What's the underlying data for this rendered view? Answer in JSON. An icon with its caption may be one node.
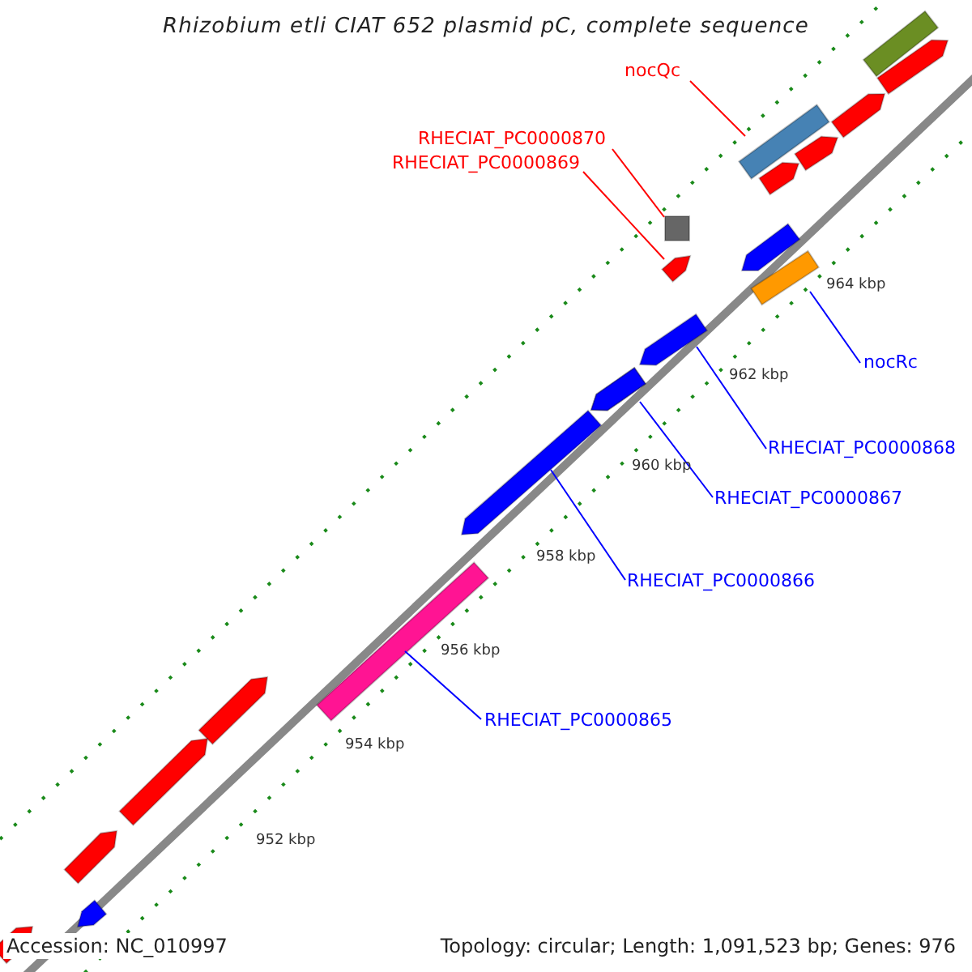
{
  "diagram": {
    "title": "Rhizobium etli CIAT 652 plasmid pC, complete sequence",
    "nodes": [
      {
        "text": [
          "nocQc"
        ]
      },
      {
        "text": [],
        "shape": "bar"
      },
      {
        "text": [
          "RHECIAT_PC0000870"
        ]
      },
      {
        "text": [],
        "shape": "box"
      },
      {
        "text": [
          "RHECIAT_PC0000869"
        ]
      },
      {
        "text": [],
        "shape": "bar"
      },
      {
        "text": [
          "nocRc"
        ]
      },
      {
        "text": [],
        "shape": "bar"
      },
      {
        "text": [
          "RHECIAT_PC0000868"
        ]
      },
      {
        "text": [],
        "shape": "bar"
      },
      {
        "text": [
          "RHECIAT_PC0000867"
        ]
      },
      {
        "text": [],
        "shape": "bar"
      },
      {
        "text": [
          "RHECIAT_PC0000866"
        ]
      },
      {
        "text": [],
        "shape": "bar"
      },
      {
        "text": [
          "RHECIAT_PC0000865"
        ]
      },
      {
        "text": [],
        "shape": "bar"
      }
    ],
    "edges": [
      {
        "from": 0,
        "to": 1,
        "arrow": "none",
        "color": "#ff0000"
      },
      {
        "from": 2,
        "to": 3,
        "arrow": "none",
        "color": "#ff0000"
      },
      {
        "from": 4,
        "to": 5,
        "arrow": "none",
        "color": "#ff0000"
      },
      {
        "from": 6,
        "to": 7,
        "arrow": "none"
      },
      {
        "from": 8,
        "to": 9,
        "arrow": "none"
      },
      {
        "from": 10,
        "to": 11,
        "arrow": "none"
      },
      {
        "from": 12,
        "to": 13,
        "arrow": "none"
      },
      {
        "from": 14,
        "to": 15,
        "arrow": "none"
      }
    ],
    "labels": [
      "964 kbp",
      "962 kbp",
      "960 kbp",
      "958 kbp",
      "956 kbp",
      "954 kbp",
      "952 kbp",
      "Accession: NC_010997",
      "Topology: circular; Length: 1,091,523 bp; Genes: 976"
    ]
  }
}
